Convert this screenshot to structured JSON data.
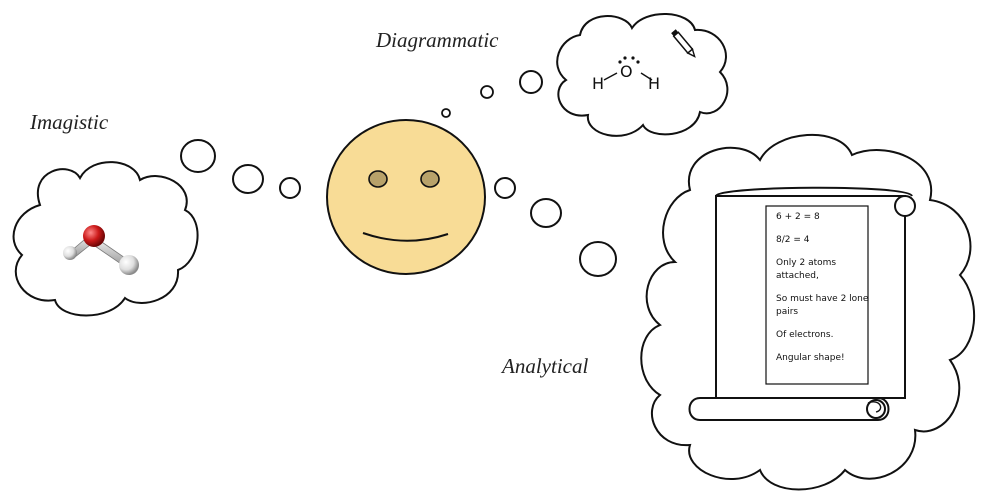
{
  "labels": {
    "imagistic": "Imagistic",
    "diagrammatic": "Diagrammatic",
    "analytical": "Analytical"
  },
  "lewis_structure": {
    "left_atom": "H",
    "center_atom": "O",
    "right_atom": "H"
  },
  "analysis_lines": [
    "6 + 2 = 8",
    "8/2 = 4",
    "Only 2 atoms attached,",
    "So must have 2 lone pairs",
    "Of electrons.",
    "Angular shape!"
  ],
  "colors": {
    "face_fill": "#f8dc96",
    "eye_fill": "#b8a26a",
    "oxygen": "#cc1a1a",
    "hydrogen": "#e6e6e6",
    "outline": "#111111"
  }
}
